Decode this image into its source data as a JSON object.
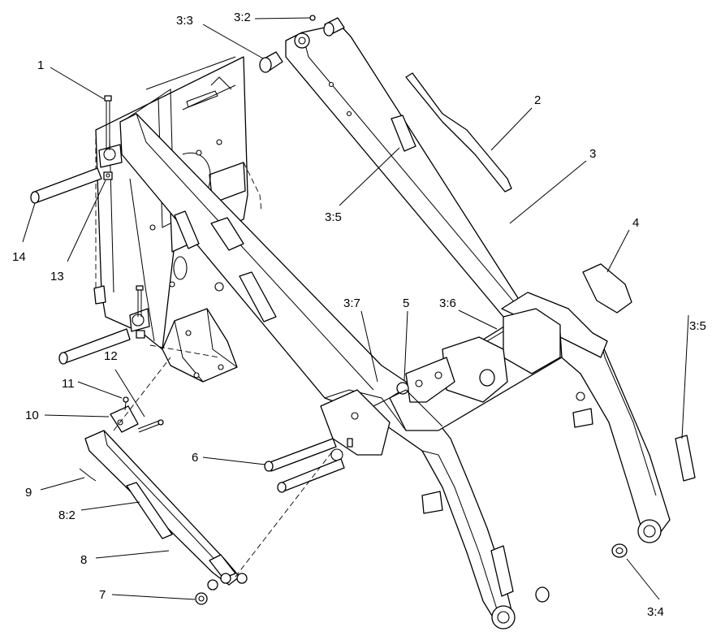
{
  "callouts": {
    "c1": "1",
    "c2": "2",
    "c3": "3",
    "c3_2": "3:2",
    "c3_3": "3:3",
    "c3_4": "3:4",
    "c3_5_upper": "3:5",
    "c3_5_right": "3:5",
    "c3_6": "3:6",
    "c3_7": "3:7",
    "c4": "4",
    "c5": "5",
    "c6": "6",
    "c7": "7",
    "c8": "8",
    "c8_2": "8:2",
    "c9": "9",
    "c10": "10",
    "c11": "11",
    "c12": "12",
    "c13": "13",
    "c14": "14"
  }
}
